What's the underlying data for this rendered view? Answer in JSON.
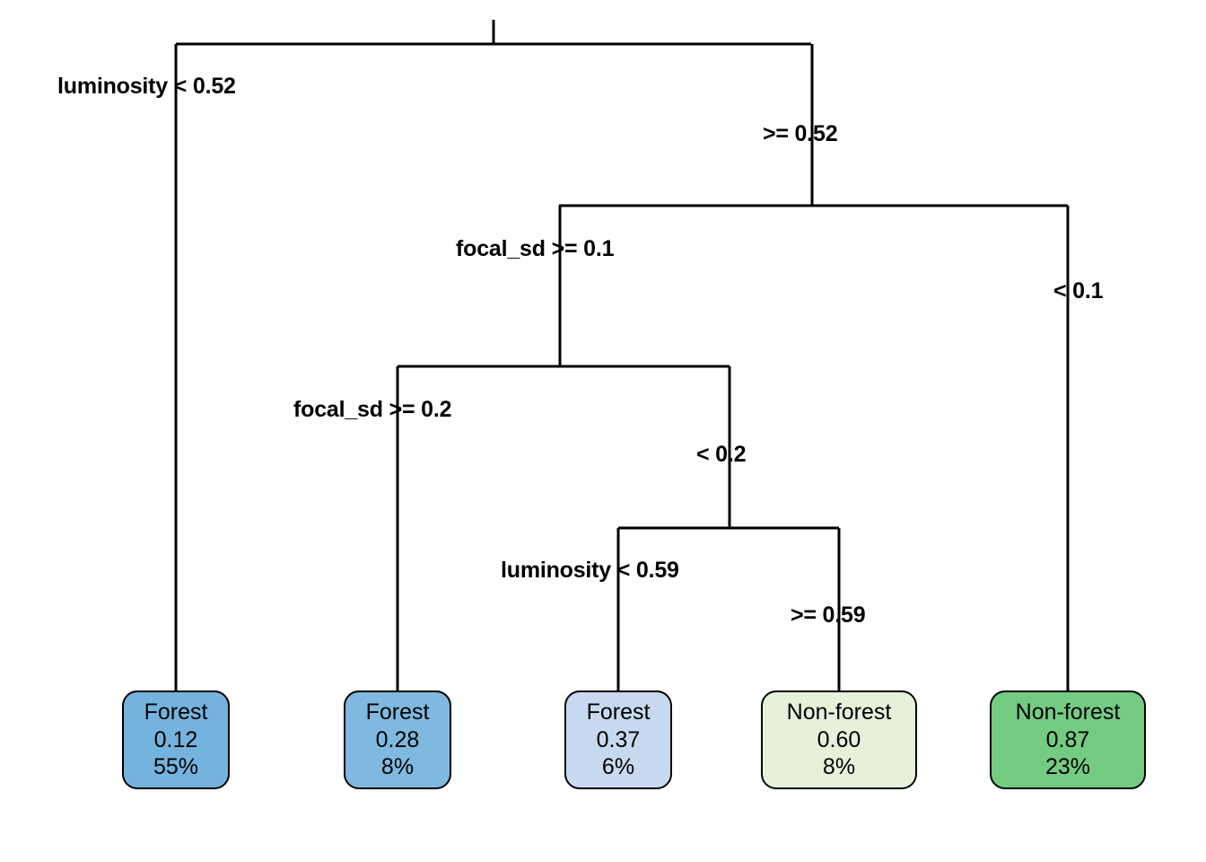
{
  "figure": {
    "type": "decision-tree",
    "background": "#ffffff",
    "line_color": "#000000",
    "text_color": "#000000"
  },
  "chart_data": {
    "type": "diagram",
    "subtype": "classification-decision-tree",
    "title": "",
    "features": [
      "luminosity",
      "focal_sd"
    ],
    "classes": [
      "Forest",
      "Non-forest"
    ],
    "nodes": [
      {
        "id": "n1",
        "kind": "split",
        "feature": "luminosity",
        "left_label": "luminosity < 0.52",
        "right_label": ">= 0.52",
        "threshold": 0.52
      },
      {
        "id": "n2",
        "kind": "split",
        "feature": "focal_sd",
        "left_label": "focal_sd >= 0.1",
        "right_label": "< 0.1",
        "threshold": 0.1
      },
      {
        "id": "n3",
        "kind": "split",
        "feature": "focal_sd",
        "left_label": "focal_sd >= 0.2",
        "right_label": "< 0.2",
        "threshold": 0.2
      },
      {
        "id": "n4",
        "kind": "split",
        "feature": "luminosity",
        "left_label": "luminosity < 0.59",
        "right_label": ">= 0.59",
        "threshold": 0.59
      }
    ],
    "leaves": [
      {
        "class": "Forest",
        "value": "0.12",
        "pct": "55%",
        "fill": "#74b3dd"
      },
      {
        "class": "Forest",
        "value": "0.28",
        "pct": "8%",
        "fill": "#7fb9df"
      },
      {
        "class": "Forest",
        "value": "0.37",
        "pct": "6%",
        "fill": "#c6d9ef"
      },
      {
        "class": "Non-forest",
        "value": "0.60",
        "pct": "8%",
        "fill": "#e4f2da"
      },
      {
        "class": "Non-forest",
        "value": "0.87",
        "pct": "23%",
        "fill": "#74cc83"
      }
    ]
  },
  "labels": {
    "root_left": "luminosity < 0.52",
    "root_right": ">= 0.52",
    "n2_left": "focal_sd >= 0.1",
    "n2_right": "< 0.1",
    "n3_left": "focal_sd >= 0.2",
    "n3_right": "< 0.2",
    "n4_left": "luminosity < 0.59",
    "n4_right": ">= 0.59"
  },
  "leaf_text": {
    "leaf1": {
      "class": "Forest",
      "value": "0.12",
      "pct": "55%"
    },
    "leaf2": {
      "class": "Forest",
      "value": "0.28",
      "pct": "8%"
    },
    "leaf3": {
      "class": "Forest",
      "value": "0.37",
      "pct": "6%"
    },
    "leaf4": {
      "class": "Non-forest",
      "value": "0.60",
      "pct": "8%"
    },
    "leaf5": {
      "class": "Non-forest",
      "value": "0.87",
      "pct": "23%"
    }
  }
}
